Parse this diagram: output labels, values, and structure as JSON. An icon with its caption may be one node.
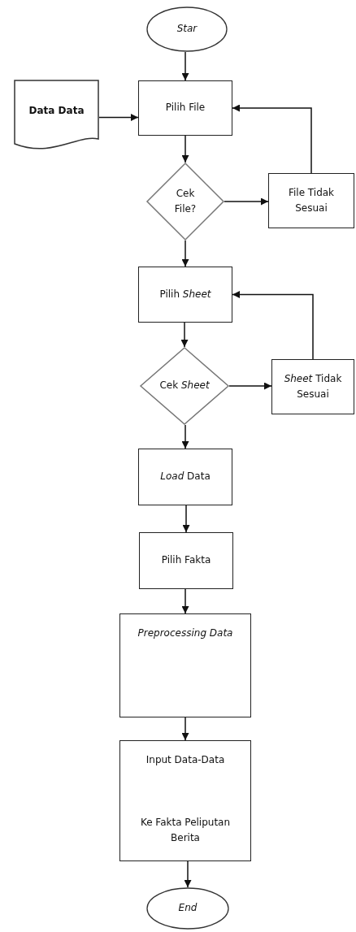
{
  "diagram": {
    "nodes": [
      {
        "text": [
          "Star"
        ]
      },
      {
        "text": [
          "Data Data"
        ]
      },
      {
        "text": [
          "Pilih File"
        ]
      },
      {
        "text": [
          "Cek File?"
        ]
      },
      {
        "text": [
          "File Tidak Sesuai"
        ]
      },
      {
        "text": [
          "Pilih *Sheet*"
        ]
      },
      {
        "text": [
          "Cek *Sheet*"
        ]
      },
      {
        "text": [
          "*Sheet* Tidak Sesuai"
        ]
      },
      {
        "text": [
          "*Load* Data"
        ]
      },
      {
        "text": [
          "Pilih Fakta"
        ]
      },
      {
        "text": [
          "Preprocessing Data"
        ]
      },
      {
        "text": [
          "Input Data-Data",
          "Ke Fakta Peliputan Berita"
        ]
      },
      {
        "text": [
          "End"
        ]
      }
    ],
    "edges": [
      {
        "from": 0,
        "to": 2,
        "arrow": "to"
      },
      {
        "from": 1,
        "to": 2,
        "arrow": "to"
      },
      {
        "from": 2,
        "to": 3,
        "arrow": "to"
      },
      {
        "from": 3,
        "to": 4,
        "arrow": "to"
      },
      {
        "from": 4,
        "to": 2,
        "arrow": "to"
      },
      {
        "from": 3,
        "to": 5,
        "arrow": "to"
      },
      {
        "from": 5,
        "to": 6,
        "arrow": "to"
      },
      {
        "from": 6,
        "to": 7,
        "arrow": "to"
      },
      {
        "from": 7,
        "to": 5,
        "arrow": "to"
      },
      {
        "from": 6,
        "to": 8,
        "arrow": "to"
      },
      {
        "from": 8,
        "to": 9,
        "arrow": "to"
      },
      {
        "from": 9,
        "to": 10,
        "arrow": "to"
      },
      {
        "from": 10,
        "to": 11,
        "arrow": "to"
      },
      {
        "from": 11,
        "to": 12,
        "arrow": "to"
      }
    ]
  }
}
